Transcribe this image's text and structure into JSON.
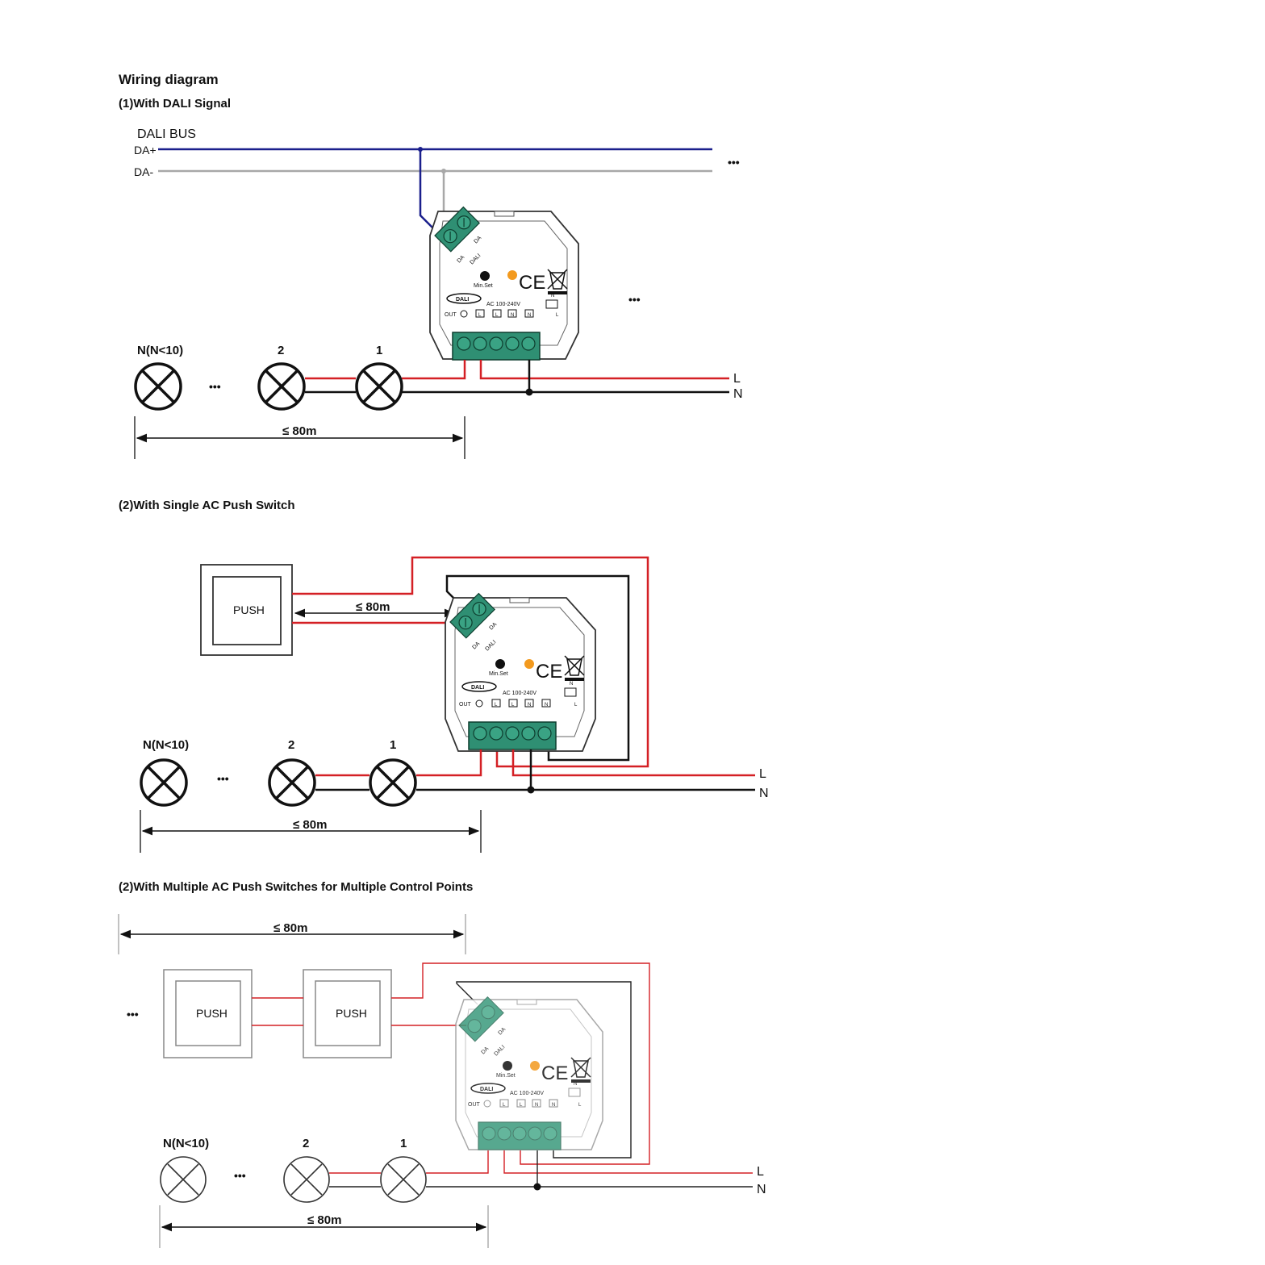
{
  "title": "Wiring diagram",
  "colors": {
    "dali_plus": "#1a1f8c",
    "dali_minus": "#a8a8a8",
    "live": "#d42025",
    "neutral": "#111111",
    "terminal": "#2f8f73",
    "indicator": "#f39a1e"
  },
  "section1": {
    "heading": "(1)With DALI Signal",
    "bus_label": "DALI BUS",
    "da_plus": "DA+",
    "da_minus": "DA-",
    "ellipsis_bus": "•••",
    "ellipsis_side": "•••"
  },
  "section2": {
    "heading": "(2)With Single AC Push Switch",
    "push": "PUSH",
    "switch_distance": "≤ 80m"
  },
  "section3": {
    "heading": "(2)With Multiple AC Push Switches for Multiple Control Points",
    "push_a": "PUSH",
    "push_b": "PUSH",
    "ellipsis": "•••",
    "top_distance": "≤ 80m"
  },
  "lamps": {
    "n_label": "N(N<10)",
    "label_2": "2",
    "label_1": "1",
    "ellipsis": "•••",
    "distance": "≤ 80m"
  },
  "mains": {
    "live": "L",
    "neutral": "N"
  },
  "module": {
    "da_a": "DA",
    "da_b": "DA",
    "dali": "DALI",
    "min_set": "Min.Set",
    "ce": "CE",
    "logo": "DALI",
    "voltage": "AC 100-240V",
    "out": "OUT",
    "terminals": [
      "L",
      "L",
      "N",
      "N"
    ],
    "n_small": "N",
    "l_small": "L"
  }
}
